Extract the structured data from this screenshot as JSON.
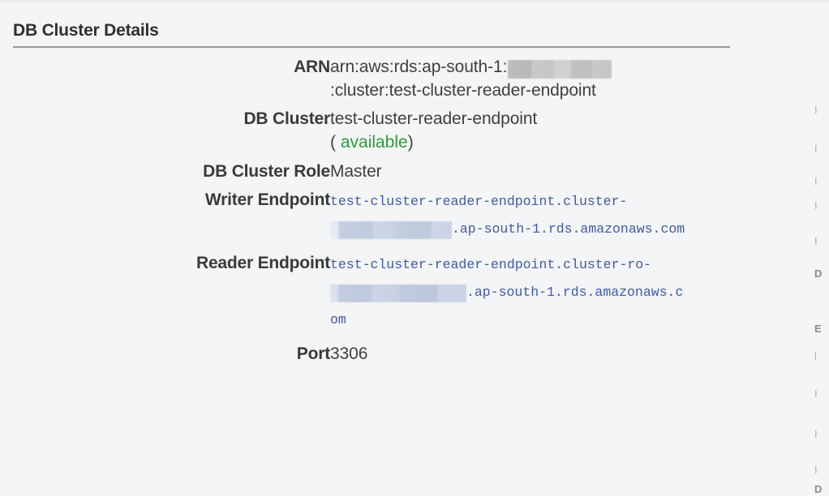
{
  "panel": {
    "title": "DB Cluster Details"
  },
  "colors": {
    "background": "#f4f5f6",
    "label_text": "#3a3a3a",
    "value_text": "#3f3f3f",
    "link": "#4059a8",
    "status_available": "#2e9b3f",
    "rule": "#9a9a9a",
    "redaction_gray": "#c4c4c4",
    "redaction_blue": "#c4cfe2"
  },
  "rows": [
    {
      "label": "ARN",
      "type": "arn",
      "prefix": "arn:aws:rds:ap-south-1:",
      "redacted": "account-id",
      "suffix": ":cluster:test-cluster-reader-endpoint"
    },
    {
      "label": "DB Cluster",
      "type": "status",
      "value": "test-cluster-reader-endpoint",
      "status_open": "(",
      "status": "available",
      "status_close": ")"
    },
    {
      "label": "DB Cluster Role",
      "type": "text",
      "value": "Master"
    },
    {
      "label": "Writer Endpoint",
      "type": "endpoint",
      "prefix": "test-cluster-reader-endpoint.cluster-",
      "redacted": "cluster-resource-id",
      "suffix": ".ap-south-1.rds.amazonaws.com"
    },
    {
      "label": "Reader Endpoint",
      "type": "endpoint",
      "prefix": "test-cluster-reader-endpoint.cluster-ro-",
      "redacted": "cluster-resource-id",
      "suffix": ".ap-south-1.rds.amazonaws.com"
    },
    {
      "label": "Port",
      "type": "text",
      "value": "3306"
    }
  ]
}
